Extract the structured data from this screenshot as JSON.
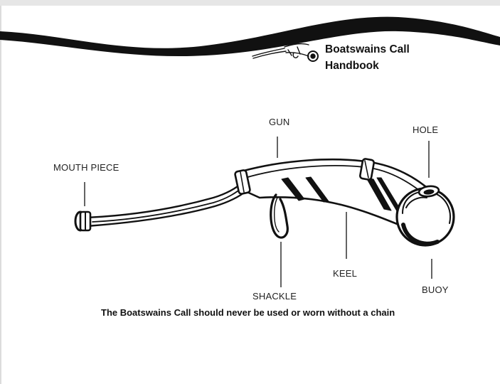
{
  "header": {
    "title_line1": "Boatswains Call",
    "title_line2": "Handbook"
  },
  "diagram": {
    "labels": {
      "gun": "GUN",
      "hole": "HOLE",
      "mouth_piece": "MOUTH PIECE",
      "keel": "KEEL",
      "buoy": "BUOY",
      "shackle": "SHACKLE"
    },
    "caption": "The Boatswains Call should never be used or worn without a chain"
  }
}
